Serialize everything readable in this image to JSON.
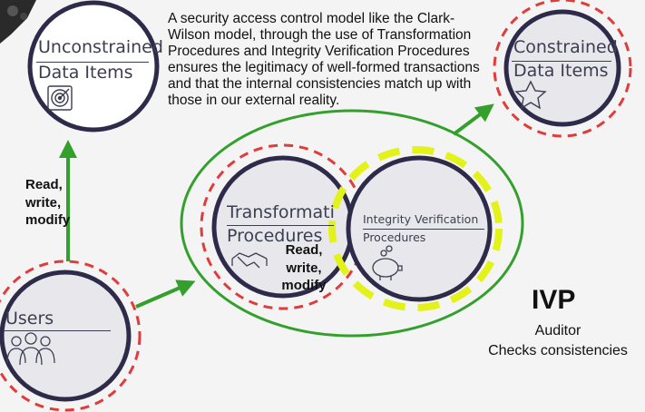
{
  "description": "A security access control model like the Clark-Wilson model, through the use of Transformation Procedures and Integrity Verification Procedures ensures the legitimacy of well-formed transactions and that the internal consistencies match up with those in our external reality.",
  "nodes": {
    "unconstrained": {
      "line1": "Unconstrained",
      "line2": "Data Items",
      "icon": "target-icon"
    },
    "constrained": {
      "line1": "Constrained",
      "line2": "Data Items",
      "icon": "star-icon"
    },
    "transformation": {
      "line1": "Transformatio",
      "line2": "Procedures",
      "icon": "handshake-icon"
    },
    "integrity": {
      "line1": "Integrity Verification",
      "line2": "Procedures",
      "icon": "piggy-bank-icon"
    },
    "users": {
      "line1": "Users",
      "icon": "people-icon"
    }
  },
  "edge_labels": {
    "users_to_udi": [
      "Read,",
      "write,",
      "modify"
    ],
    "tp": [
      "Read,",
      "write,",
      "modify"
    ]
  },
  "ivp": {
    "title": "IVP",
    "role": "Auditor",
    "task": "Checks consistencies"
  },
  "colors": {
    "arrow": "#33a02c",
    "dashed_ring": "#e03c3c",
    "highlight": "#e4f21c",
    "circle_border": "#2e2b4a",
    "text": "#3d3d52"
  }
}
